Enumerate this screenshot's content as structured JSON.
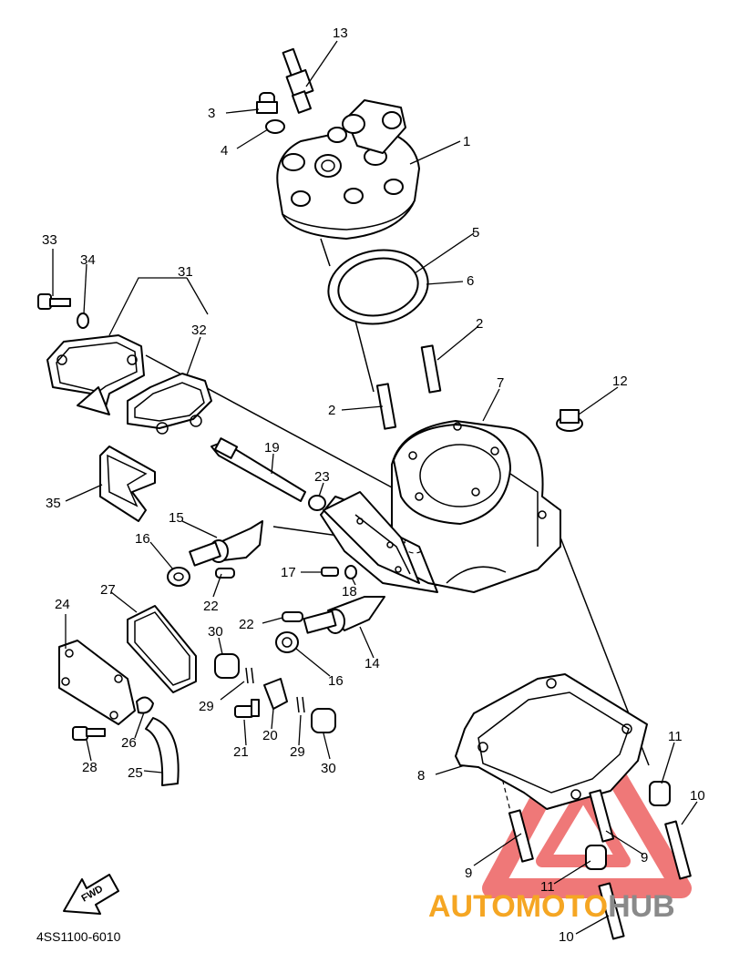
{
  "diagram_code": "4SS1100-6010",
  "fwd_label": "FWD",
  "watermark": {
    "part1": "AUTOMOTO",
    "part2": "HUB",
    "color1": "#f5a623",
    "color2": "#8a8a8a",
    "triangle_color": "#ea4b4b"
  },
  "callouts": [
    "1",
    "2",
    "2",
    "3",
    "4",
    "5",
    "6",
    "7",
    "8",
    "9",
    "9",
    "10",
    "10",
    "11",
    "11",
    "12",
    "13",
    "14",
    "15",
    "16",
    "16",
    "17",
    "18",
    "19",
    "20",
    "21",
    "22",
    "22",
    "23",
    "24",
    "25",
    "26",
    "27",
    "28",
    "29",
    "29",
    "30",
    "30",
    "31",
    "32",
    "33",
    "34",
    "35"
  ]
}
